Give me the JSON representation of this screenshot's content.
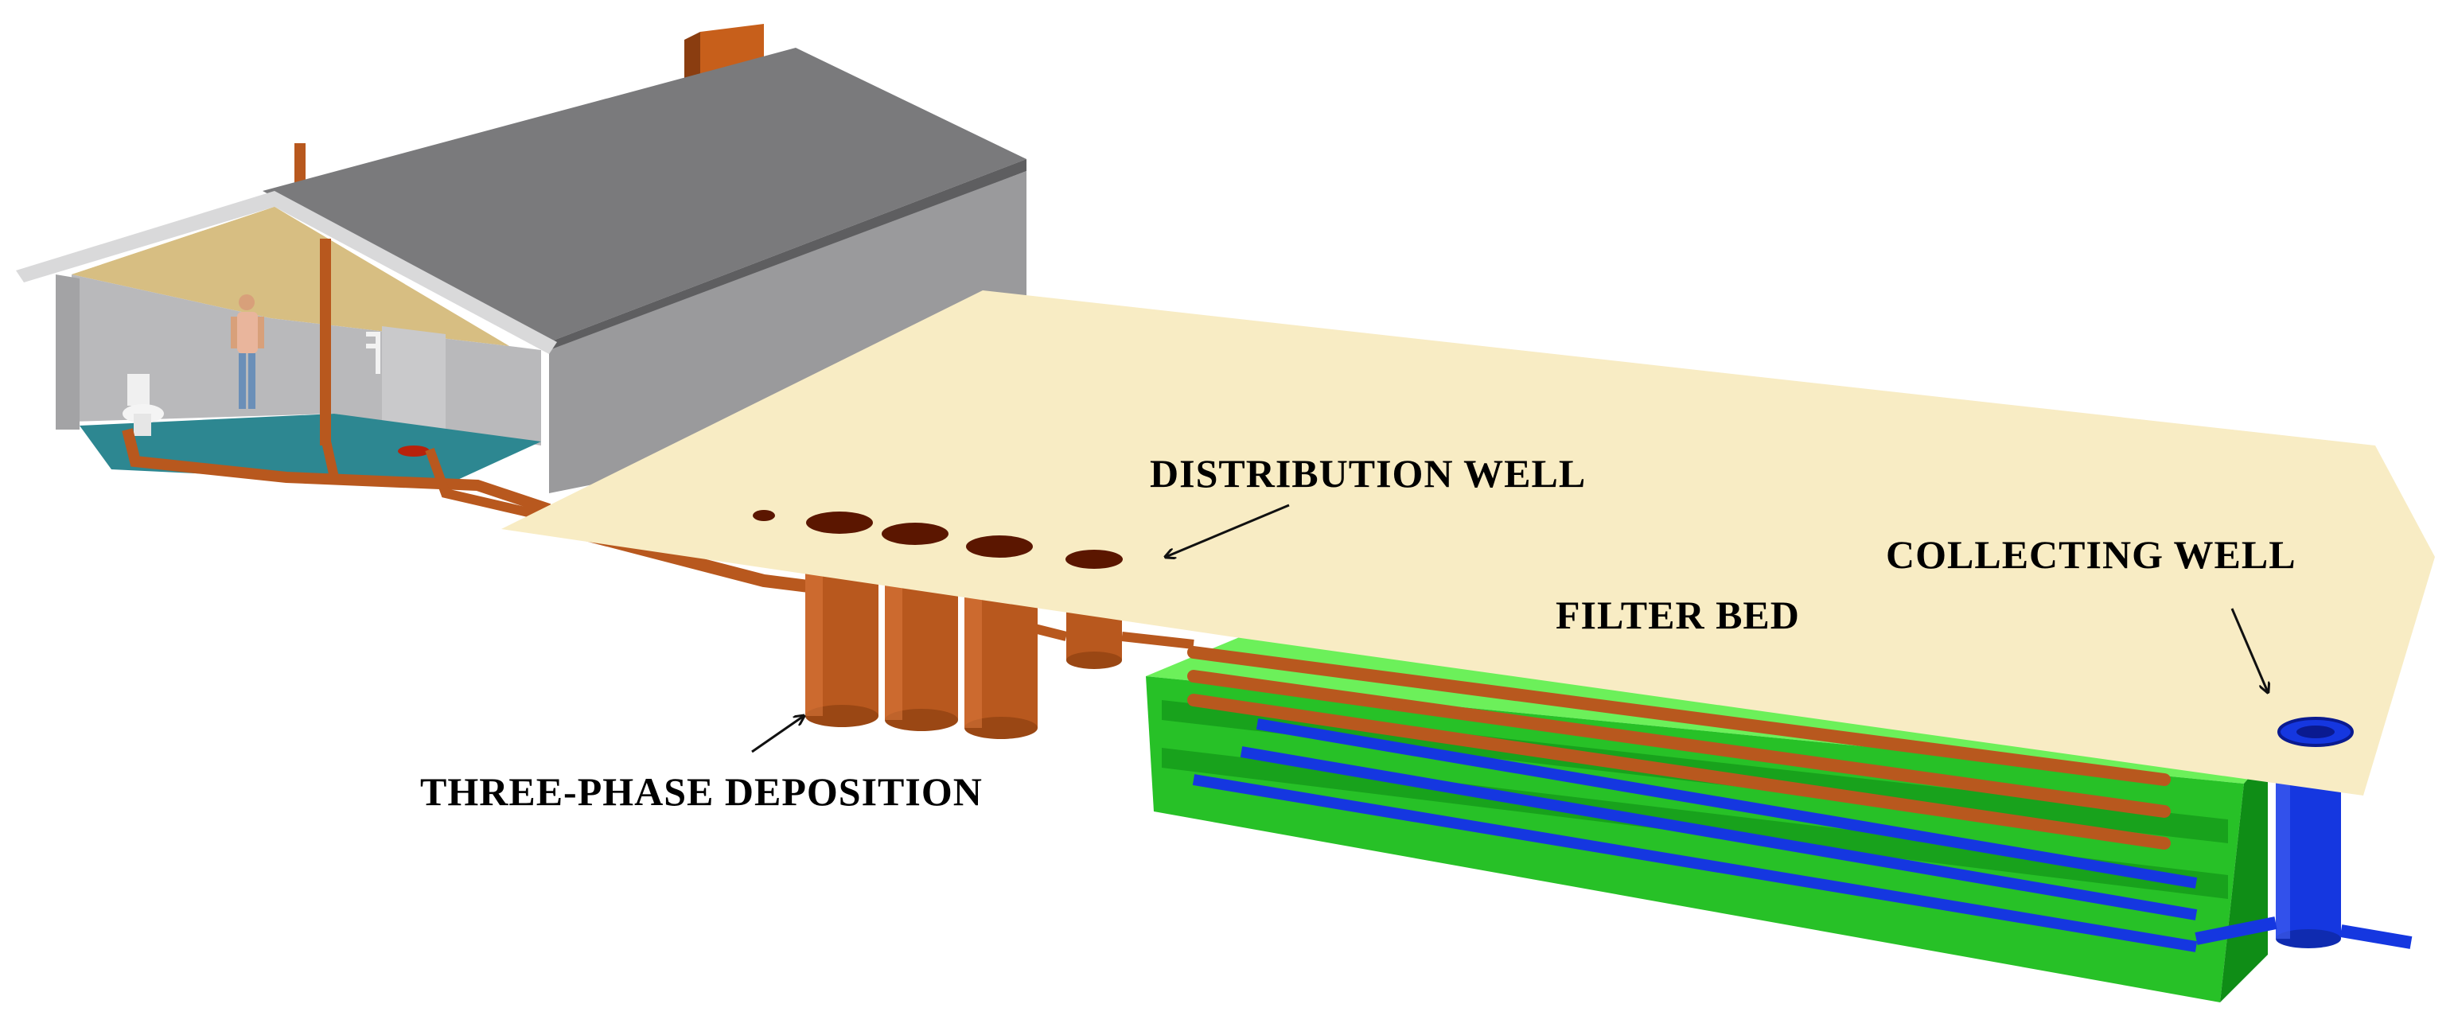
{
  "labels": {
    "distribution_well": "DISTRIBUTION WELL",
    "collecting_well": "COLLECTING WELL",
    "filter_bed": "FILTER BED",
    "three_phase_deposition": "THREE-PHASE DEPOSITION"
  },
  "colors": {
    "ground": "#f8ecc4",
    "roof": "#7a7a7c",
    "wall": "#9c9c9e",
    "interior_wall": "#b9b9bb",
    "ceiling": "#ddc68a",
    "floor": "#2d8791",
    "pipe_brown": "#b8581e",
    "chimney": "#c75f1b",
    "filter_green": "#27c127",
    "filter_green_light": "#6cf05a",
    "filter_green_dark": "#0f8d16",
    "collect_blue": "#1537e0",
    "well_hole": "#5b1600",
    "arrow": "#111111"
  },
  "icons": {
    "person": "person-figure-icon",
    "toilet": "toilet-icon",
    "faucet": "faucet-icon"
  }
}
